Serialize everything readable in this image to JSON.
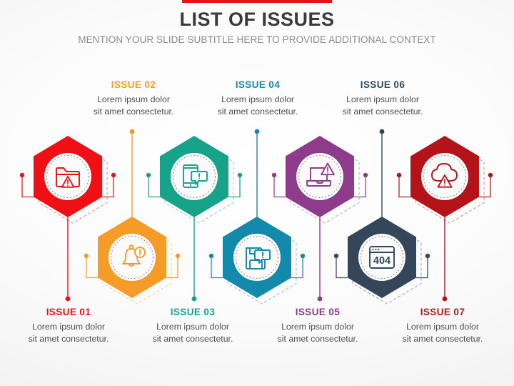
{
  "header": {
    "accent_bar_color": "#e8130e",
    "title": "LIST OF ISSUES",
    "subtitle": "MENTION YOUR SLIDE SUBTITLE HERE TO PROVIDE ADDITIONAL CONTEXT"
  },
  "items": [
    {
      "id": "issue-01",
      "label": "ISSUE 01",
      "desc_line1": "Lorem ipsum dolor",
      "desc_line2": "sit amet consectetur.",
      "color": "#ee1014",
      "icon": "folder-warning-icon",
      "row": "top",
      "text_position": "bottom"
    },
    {
      "id": "issue-02",
      "label": "ISSUE 02",
      "desc_line1": "Lorem ipsum dolor",
      "desc_line2": "sit amet consectetur.",
      "color": "#f59b28",
      "icon": "bell-alert-icon",
      "row": "bottom",
      "text_position": "top"
    },
    {
      "id": "issue-03",
      "label": "ISSUE 03",
      "desc_line1": "Lorem ipsum dolor",
      "desc_line2": "sit amet consectetur.",
      "color": "#16a38a",
      "icon": "phone-alert-icon",
      "row": "top",
      "text_position": "bottom"
    },
    {
      "id": "issue-04",
      "label": "ISSUE 04",
      "desc_line1": "Lorem ipsum dolor",
      "desc_line2": "sit amet consectetur.",
      "color": "#1389ac",
      "icon": "floppy-alert-icon",
      "row": "bottom",
      "text_position": "top"
    },
    {
      "id": "issue-05",
      "label": "ISSUE 05",
      "desc_line1": "Lorem ipsum dolor",
      "desc_line2": "sit amet consectetur.",
      "color": "#8e3b8c",
      "icon": "laptop-warning-icon",
      "row": "top",
      "text_position": "bottom"
    },
    {
      "id": "issue-06",
      "label": "ISSUE 06",
      "desc_line1": "Lorem ipsum dolor",
      "desc_line2": "sit amet consectetur.",
      "color": "#33465a",
      "icon": "browser-404-icon",
      "row": "bottom",
      "text_position": "top"
    },
    {
      "id": "issue-07",
      "label": "ISSUE 07",
      "desc_line1": "Lorem ipsum dolor",
      "desc_line2": "sit amet consectetur.",
      "color": "#b41419",
      "icon": "cloud-warning-icon",
      "row": "top",
      "text_position": "bottom"
    }
  ],
  "icon_glyph_text": {
    "browser_404": "404"
  }
}
